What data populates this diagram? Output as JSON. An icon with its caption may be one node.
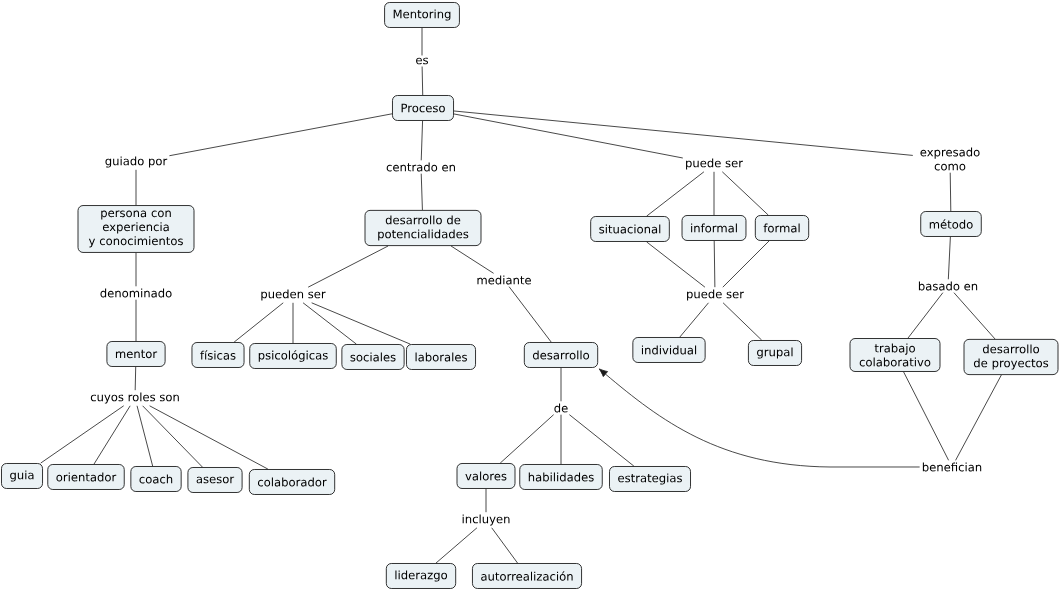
{
  "diagram": {
    "nodes": [
      {
        "text": [
          "Mentoring"
        ]
      },
      {
        "text": [
          "es"
        ]
      },
      {
        "text": [
          "Proceso"
        ]
      },
      {
        "text": [
          "guiado por"
        ]
      },
      {
        "text": [
          "centrado en"
        ]
      },
      {
        "text": [
          "puede ser"
        ]
      },
      {
        "text": [
          "expresado como"
        ]
      },
      {
        "text": [
          "persona con experiencia y conocimientos"
        ]
      },
      {
        "text": [
          "desarrollo de potencialidades"
        ]
      },
      {
        "text": [
          "situacional"
        ]
      },
      {
        "text": [
          "informal"
        ]
      },
      {
        "text": [
          "formal"
        ]
      },
      {
        "text": [
          "método"
        ]
      },
      {
        "text": [
          "denominado"
        ]
      },
      {
        "text": [
          "pueden ser"
        ]
      },
      {
        "text": [
          "mediante"
        ]
      },
      {
        "text": [
          "puede ser"
        ]
      },
      {
        "text": [
          "basado en"
        ]
      },
      {
        "text": [
          "mentor"
        ]
      },
      {
        "text": [
          "físicas"
        ]
      },
      {
        "text": [
          "psicológicas"
        ]
      },
      {
        "text": [
          "sociales"
        ]
      },
      {
        "text": [
          "laborales"
        ]
      },
      {
        "text": [
          "desarrollo"
        ]
      },
      {
        "text": [
          "individual"
        ]
      },
      {
        "text": [
          "grupal"
        ]
      },
      {
        "text": [
          "trabajo colaborativo"
        ]
      },
      {
        "text": [
          "desarrollo de proyectos"
        ]
      },
      {
        "text": [
          "cuyos roles son"
        ]
      },
      {
        "text": [
          "de"
        ]
      },
      {
        "text": [
          "benefician"
        ]
      },
      {
        "text": [
          "guia"
        ]
      },
      {
        "text": [
          "orientador"
        ]
      },
      {
        "text": [
          "coach"
        ]
      },
      {
        "text": [
          "asesor"
        ]
      },
      {
        "text": [
          "colaborador"
        ]
      },
      {
        "text": [
          "valores"
        ]
      },
      {
        "text": [
          "habilidades"
        ]
      },
      {
        "text": [
          "estrategias"
        ]
      },
      {
        "text": [
          "incluyen"
        ]
      },
      {
        "text": [
          "liderazgo"
        ]
      },
      {
        "text": [
          "autorrealización"
        ]
      }
    ],
    "edges": [
      {
        "from": 0,
        "to": 1,
        "arrow": "none"
      },
      {
        "from": 1,
        "to": 2,
        "arrow": "none"
      },
      {
        "from": 2,
        "to": 3,
        "arrow": "none"
      },
      {
        "from": 2,
        "to": 4,
        "arrow": "none"
      },
      {
        "from": 2,
        "to": 5,
        "arrow": "none"
      },
      {
        "from": 2,
        "to": 6,
        "arrow": "none"
      },
      {
        "from": 3,
        "to": 7,
        "arrow": "none"
      },
      {
        "from": 4,
        "to": 8,
        "arrow": "none"
      },
      {
        "from": 5,
        "to": 9,
        "arrow": "none"
      },
      {
        "from": 5,
        "to": 10,
        "arrow": "none"
      },
      {
        "from": 5,
        "to": 11,
        "arrow": "none"
      },
      {
        "from": 6,
        "to": 12,
        "arrow": "none"
      },
      {
        "from": 7,
        "to": 13,
        "arrow": "none"
      },
      {
        "from": 8,
        "to": 14,
        "arrow": "none"
      },
      {
        "from": 8,
        "to": 15,
        "arrow": "none"
      },
      {
        "from": 9,
        "to": 16,
        "arrow": "none"
      },
      {
        "from": 10,
        "to": 16,
        "arrow": "none"
      },
      {
        "from": 11,
        "to": 16,
        "arrow": "none"
      },
      {
        "from": 12,
        "to": 17,
        "arrow": "none"
      },
      {
        "from": 13,
        "to": 18,
        "arrow": "none"
      },
      {
        "from": 14,
        "to": 19,
        "arrow": "none"
      },
      {
        "from": 14,
        "to": 20,
        "arrow": "none"
      },
      {
        "from": 14,
        "to": 21,
        "arrow": "none"
      },
      {
        "from": 14,
        "to": 22,
        "arrow": "none"
      },
      {
        "from": 15,
        "to": 23,
        "arrow": "none"
      },
      {
        "from": 16,
        "to": 24,
        "arrow": "none"
      },
      {
        "from": 16,
        "to": 25,
        "arrow": "none"
      },
      {
        "from": 17,
        "to": 26,
        "arrow": "none"
      },
      {
        "from": 17,
        "to": 27,
        "arrow": "none"
      },
      {
        "from": 18,
        "to": 28,
        "arrow": "none"
      },
      {
        "from": 23,
        "to": 29,
        "arrow": "none"
      },
      {
        "from": 26,
        "to": 30,
        "arrow": "none"
      },
      {
        "from": 27,
        "to": 30,
        "arrow": "none"
      },
      {
        "from": 28,
        "to": 31,
        "arrow": "none"
      },
      {
        "from": 28,
        "to": 32,
        "arrow": "none"
      },
      {
        "from": 28,
        "to": 33,
        "arrow": "none"
      },
      {
        "from": 28,
        "to": 34,
        "arrow": "none"
      },
      {
        "from": 28,
        "to": 35,
        "arrow": "none"
      },
      {
        "from": 29,
        "to": 36,
        "arrow": "none"
      },
      {
        "from": 29,
        "to": 37,
        "arrow": "none"
      },
      {
        "from": 29,
        "to": 38,
        "arrow": "none"
      },
      {
        "from": 36,
        "to": 39,
        "arrow": "none"
      },
      {
        "from": 39,
        "to": 40,
        "arrow": "none"
      },
      {
        "from": 39,
        "to": 41,
        "arrow": "none"
      },
      {
        "from": 30,
        "to": 23,
        "arrow": "to"
      }
    ]
  }
}
